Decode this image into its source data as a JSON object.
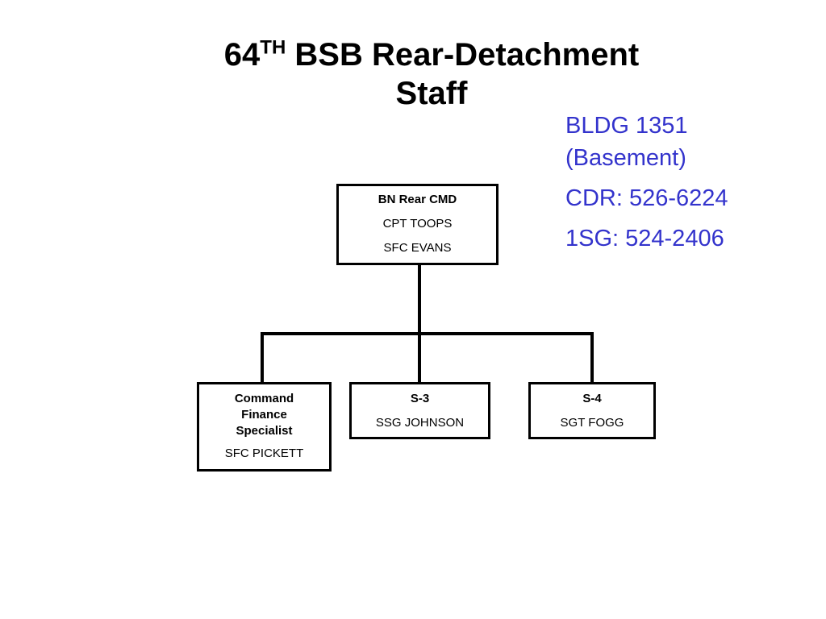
{
  "title": {
    "number": "64",
    "superscript": "TH",
    "line1_rest": "BSB Rear-Detachment",
    "line2": "Staff"
  },
  "info": {
    "building_line1": "BLDG 1351",
    "building_line2": "(Basement)",
    "cdr_phone": "CDR: 526-6224",
    "first_sergeant_phone": "1SG: 524-2406"
  },
  "colors": {
    "info_text": "#3333cc",
    "lines": "#000000"
  },
  "org": {
    "root": {
      "role": "BN Rear CMD",
      "names": [
        "CPT TOOPS",
        "SFC EVANS"
      ]
    },
    "children": [
      {
        "role": "Command Finance Specialist",
        "names": [
          "SFC PICKETT"
        ]
      },
      {
        "role": "S-3",
        "names": [
          "SSG JOHNSON"
        ]
      },
      {
        "role": "S-4",
        "names": [
          "SGT FOGG"
        ]
      }
    ]
  }
}
